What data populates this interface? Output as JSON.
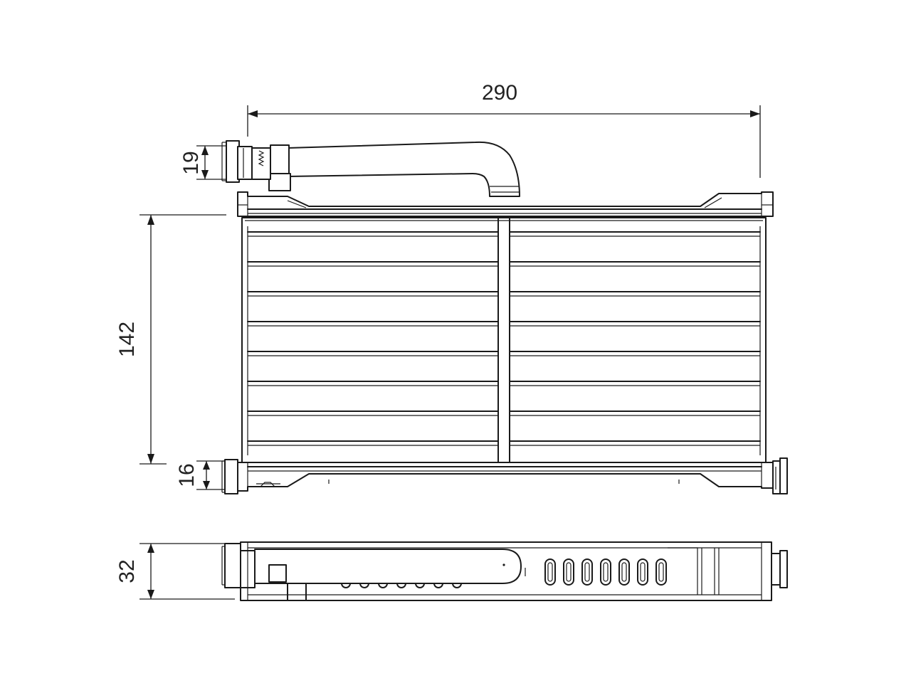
{
  "dimensions": {
    "width": "290",
    "height": "142",
    "inlet_pipe": "19",
    "outlet_pipe": "16",
    "depth": "32"
  },
  "colors": {
    "line": "#1a1a1a",
    "background": "#ffffff"
  }
}
